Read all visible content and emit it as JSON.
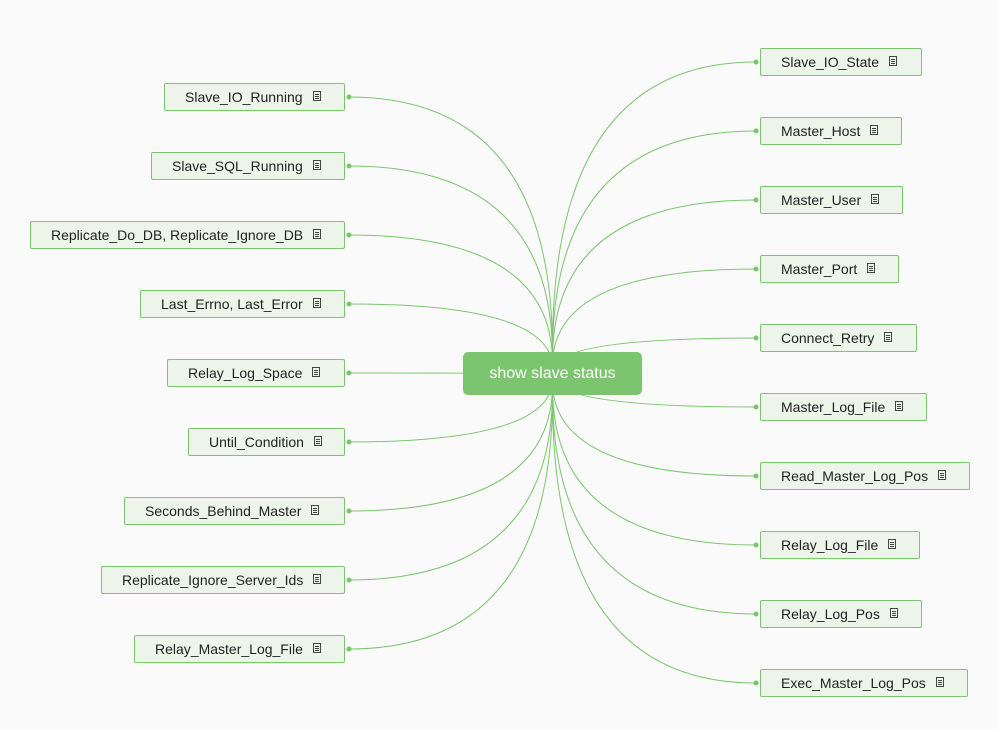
{
  "mindmap": {
    "root": {
      "label": "show slave status"
    },
    "left": [
      {
        "label": "Slave_IO_Running"
      },
      {
        "label": "Slave_SQL_Running"
      },
      {
        "label": "Replicate_Do_DB, Replicate_Ignore_DB"
      },
      {
        "label": "Last_Errno, Last_Error"
      },
      {
        "label": "Relay_Log_Space"
      },
      {
        "label": "Until_Condition"
      },
      {
        "label": "Seconds_Behind_Master"
      },
      {
        "label": "Replicate_Ignore_Server_Ids"
      },
      {
        "label": "Relay_Master_Log_File"
      }
    ],
    "right": [
      {
        "label": "Slave_IO_State"
      },
      {
        "label": "Master_Host"
      },
      {
        "label": "Master_User"
      },
      {
        "label": "Master_Port"
      },
      {
        "label": "Connect_Retry"
      },
      {
        "label": "Master_Log_File"
      },
      {
        "label": "Read_Master_Log_Pos"
      },
      {
        "label": "Relay_Log_File"
      },
      {
        "label": "Relay_Log_Pos"
      },
      {
        "label": "Exec_Master_Log_Pos"
      }
    ],
    "colors": {
      "accent": "#7cc56f",
      "node_fill": "#edf5ea",
      "edge": "#7cc56f"
    },
    "note_icon": "note-icon"
  }
}
